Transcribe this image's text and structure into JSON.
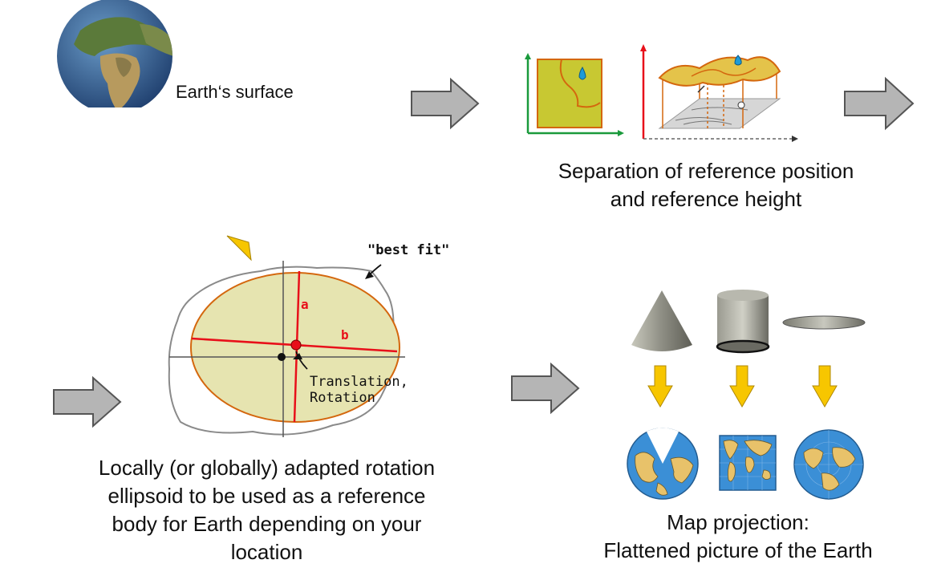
{
  "steps": [
    {
      "caption": "Earth‘s surface"
    },
    {
      "caption_lines": [
        "Separation of reference position",
        "and reference height"
      ]
    },
    {
      "caption_lines": [
        "Locally (or globally) adapted rotation",
        "ellipsoid to be used as a reference",
        "body for Earth depending on your",
        "location"
      ]
    },
    {
      "caption_lines": [
        "Map projection:",
        "Flattened picture of the Earth"
      ]
    }
  ],
  "ellipsoid": {
    "best_fit_label": "\"best fit\"",
    "axis_a": "a",
    "axis_b": "b",
    "transform_lines": [
      "Translation,",
      "Rotation"
    ]
  },
  "icons": [
    "globe-icon",
    "arrow-right-icon",
    "cone-icon",
    "cylinder-icon",
    "plane-icon",
    "arrow-down-icon"
  ],
  "colors": {
    "arrow_fill": "#b5b5b5",
    "arrow_stroke": "#555555",
    "map_fill": "#c8c832",
    "axis_red": "#e8101a",
    "axis_green": "#1a9a3c",
    "ellipsoid_fill": "#e6e4b0",
    "down_arrow": "#f7c600",
    "ocean": "#3b8fd6",
    "land": "#e8c26a"
  }
}
